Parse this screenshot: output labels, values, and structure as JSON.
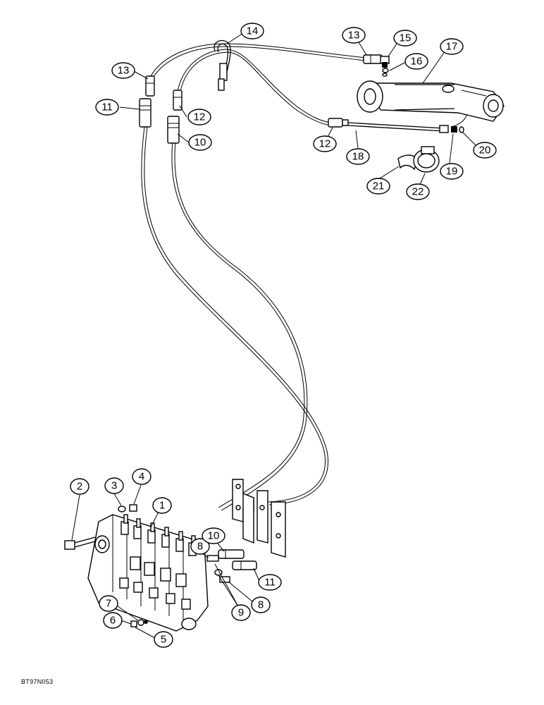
{
  "figure_code": "BT97N053",
  "callouts": [
    {
      "id": "c1",
      "label": "1"
    },
    {
      "id": "c2",
      "label": "2"
    },
    {
      "id": "c3",
      "label": "3"
    },
    {
      "id": "c4",
      "label": "4"
    },
    {
      "id": "c5",
      "label": "5"
    },
    {
      "id": "c6",
      "label": "6"
    },
    {
      "id": "c7",
      "label": "7"
    },
    {
      "id": "c8a",
      "label": "8"
    },
    {
      "id": "c8b",
      "label": "8"
    },
    {
      "id": "c9",
      "label": "9"
    },
    {
      "id": "c10a",
      "label": "10"
    },
    {
      "id": "c10b",
      "label": "10"
    },
    {
      "id": "c11a",
      "label": "11"
    },
    {
      "id": "c11b",
      "label": "11"
    },
    {
      "id": "c12a",
      "label": "12"
    },
    {
      "id": "c12b",
      "label": "12"
    },
    {
      "id": "c13a",
      "label": "13"
    },
    {
      "id": "c13b",
      "label": "13"
    },
    {
      "id": "c14",
      "label": "14"
    },
    {
      "id": "c15",
      "label": "15"
    },
    {
      "id": "c16",
      "label": "16"
    },
    {
      "id": "c17",
      "label": "17"
    },
    {
      "id": "c18",
      "label": "18"
    },
    {
      "id": "c19",
      "label": "19"
    },
    {
      "id": "c20",
      "label": "20"
    },
    {
      "id": "c21",
      "label": "21"
    },
    {
      "id": "c22",
      "label": "22"
    }
  ]
}
